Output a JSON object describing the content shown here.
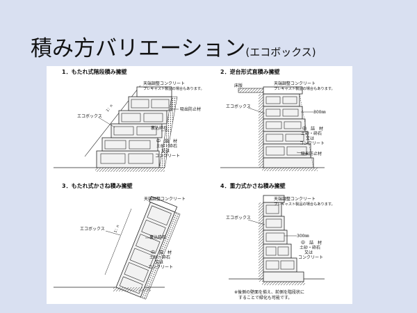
{
  "slide": {
    "title_main": "積み方バリエーション",
    "title_sub": "(エコボックス)"
  },
  "panels": [
    {
      "heading": "1．もたれ式階段積み擁壁",
      "labels": {
        "top": "天端調整コンクリート",
        "top_note": "プレキャスト製品の場合もあります。",
        "absorb": "吸出防止材",
        "box": "エコボックス",
        "gravel": "裏込砕石",
        "fill1": "中　詰　材",
        "fill2": "土砂・砕石",
        "fill3": "又は",
        "fill4": "コンクリート",
        "slope": "1：n"
      }
    },
    {
      "heading": "2．逆台形式直積み擁壁",
      "labels": {
        "floor": "床版",
        "top": "天端調整コンクリート",
        "top_note": "プレキャスト製品の場合もあります。",
        "box": "エコボックス",
        "dim": "300㎜",
        "fill1": "中　詰　材",
        "fill2": "土砂・砕石",
        "fill3": "又は",
        "fill4": "コンクリート",
        "absorb": "吸出防止材"
      }
    },
    {
      "heading": "3．もたれ式かさね積み擁壁",
      "labels": {
        "top": "天端調整コンクリート",
        "box": "エコボックス",
        "gravel": "裏込砕石",
        "fill1": "中　詰　材",
        "fill2": "土砂・砕石",
        "fill3": "又は",
        "fill4": "コンクリート",
        "slope": "1：n"
      }
    },
    {
      "heading": "4．重力式かさね積み擁壁",
      "labels": {
        "top": "天端調整コンクリート",
        "top_note": "プレキャスト製品の場合もあります。",
        "box": "エコボックス",
        "dim": "300㎜",
        "fill1": "中　詰　材",
        "fill2": "土砂・砕石",
        "fill3": "又は",
        "fill4": "コンクリート",
        "note1": "※後側の壁面を揃え、前側を階段状に",
        "note2": "することで緑化も可能です。"
      }
    }
  ]
}
